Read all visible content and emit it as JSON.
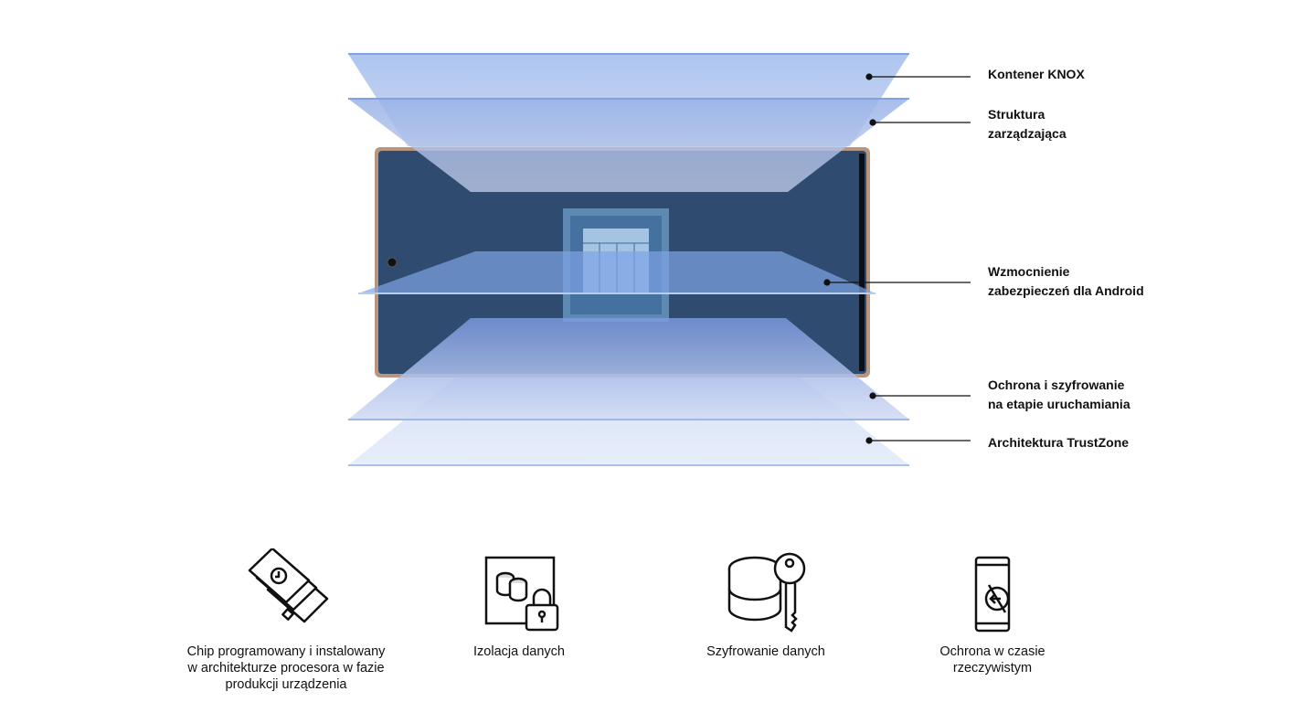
{
  "layers": [
    {
      "label_line1": "Kontener KNOX",
      "label_line2": ""
    },
    {
      "label_line1": "Struktura",
      "label_line2": "zarządzająca"
    },
    {
      "label_line1": "Wzmocnienie",
      "label_line2": "zabezpieczeń dla Android"
    },
    {
      "label_line1": "Ochrona i szyfrowanie",
      "label_line2": "na etapie uruchamiania"
    },
    {
      "label_line1": "Architektura TrustZone",
      "label_line2": ""
    }
  ],
  "features": [
    {
      "icon": "chip-cards-icon",
      "line1": "Chip programowany i instalowany",
      "line2": "w architekturze procesora w fazie",
      "line3": "produkcji urządzenia"
    },
    {
      "icon": "data-isolation-lock-icon",
      "line1": "Izolacja danych",
      "line2": "",
      "line3": ""
    },
    {
      "icon": "database-key-icon",
      "line1": "Szyfrowanie danych",
      "line2": "",
      "line3": ""
    },
    {
      "icon": "phone-realtime-protection-icon",
      "line1": "Ochrona w czasie",
      "line2": "rzeczywistym",
      "line3": ""
    }
  ],
  "colors": {
    "layer": "#9db8ec",
    "phone": "#2f4b70",
    "text": "#111111"
  }
}
